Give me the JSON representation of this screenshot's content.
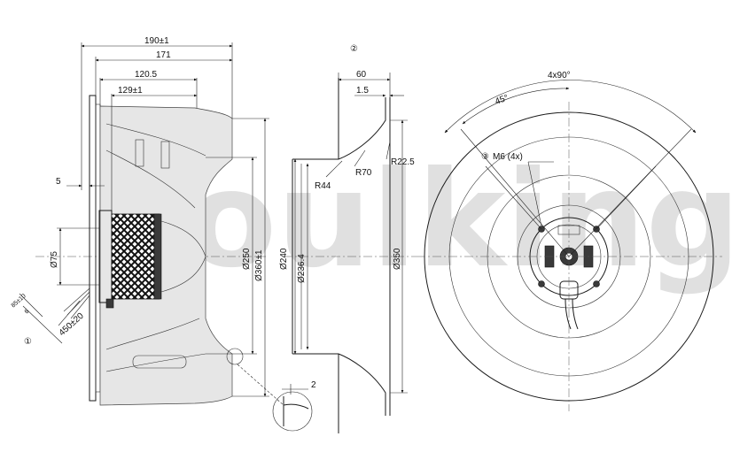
{
  "watermark": "soulking",
  "callouts": {
    "c1": "①",
    "c2": "②",
    "c3": "③"
  },
  "side_view": {
    "dim_190": "190±1",
    "dim_171": "171",
    "dim_120_5": "120.5",
    "dim_129": "129±1",
    "dim_5": "5",
    "dia_75": "Ø75",
    "dia_250": "Ø250",
    "dia_360": "Ø360±1",
    "cable_85": "85±10",
    "cable_6": "6",
    "cable_450": "450±20",
    "detail_2": "2"
  },
  "inlet_ring": {
    "dim_60": "60",
    "dim_1_5": "1.5",
    "r44": "R44",
    "r70": "R70",
    "r22_5": "R22.5",
    "dia_240": "Ø240",
    "dia_236_4": "Ø236.4",
    "dia_350": "Ø350"
  },
  "front_view": {
    "angle_4x90": "4x90°",
    "angle_45": "45°",
    "m6": "M6 (4x)"
  }
}
